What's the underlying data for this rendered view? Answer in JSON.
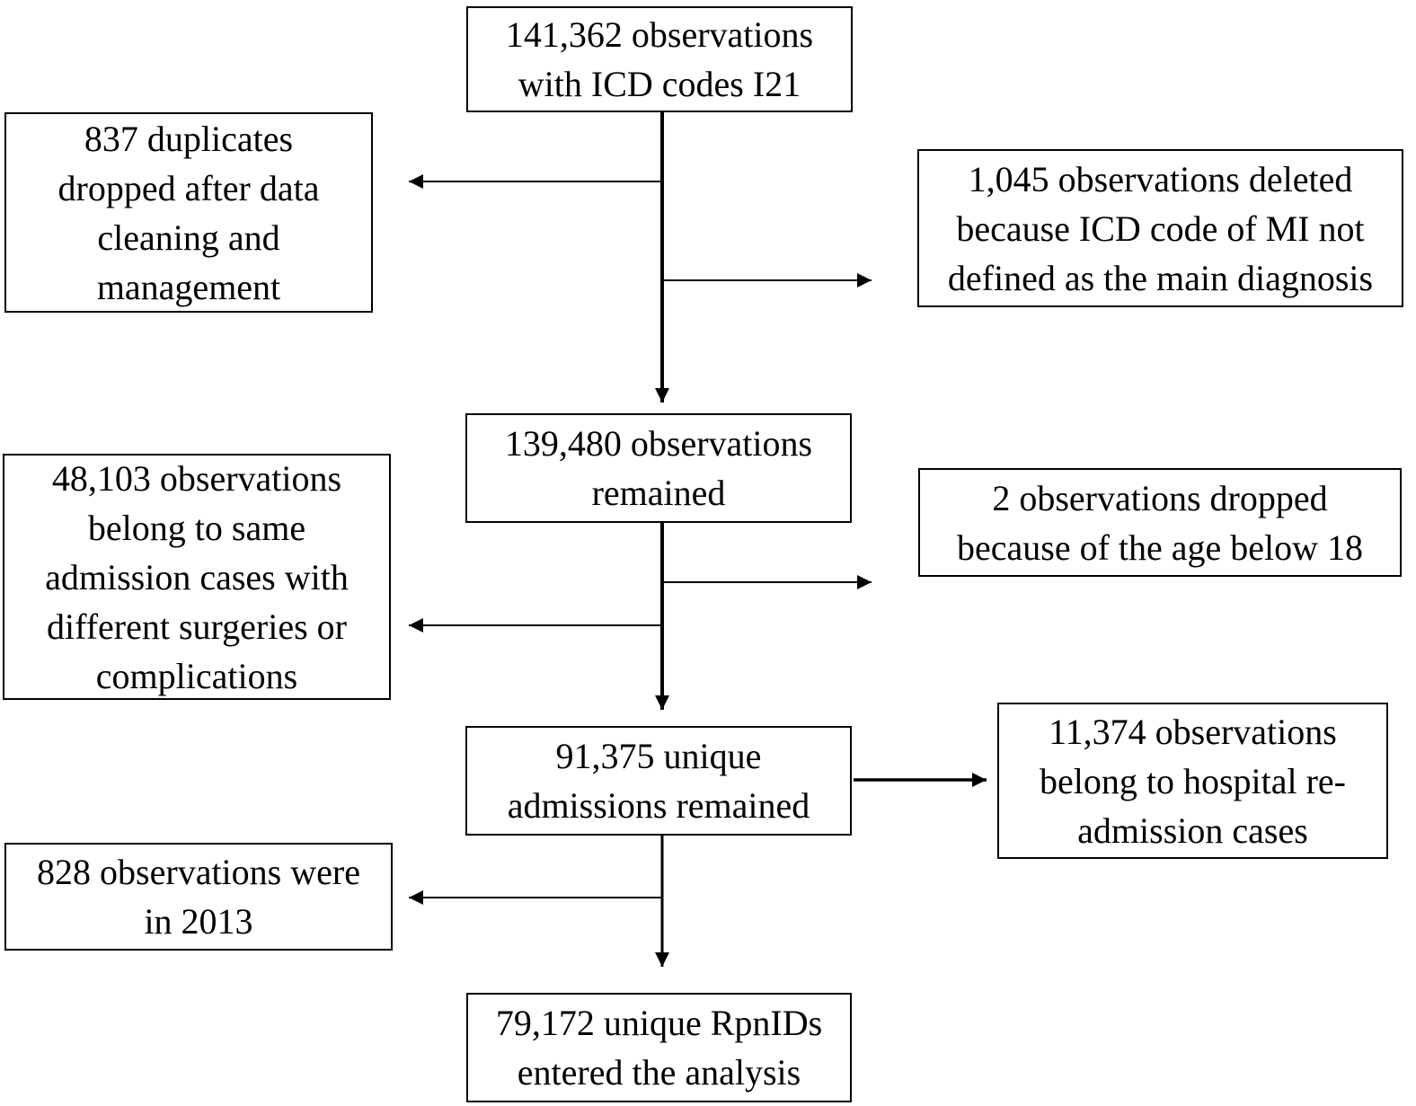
{
  "figure": {
    "type": "study-flow-diagram",
    "background_color": "#ffffff",
    "line_color": "#000000",
    "text_color": "#000000"
  },
  "nodes": {
    "source": {
      "lines": [
        "141,362 observations",
        "with ICD codes I21"
      ]
    },
    "dup_dropped": {
      "lines": [
        "837 duplicates",
        "dropped after data",
        "cleaning and",
        "management"
      ]
    },
    "icd_deleted": {
      "lines": [
        "1,045 observations deleted",
        "because ICD code of MI not",
        "defined as the main diagnosis"
      ]
    },
    "remained": {
      "lines": [
        "139,480 observations",
        "remained"
      ]
    },
    "same_admission": {
      "lines": [
        "48,103 observations",
        "belong to same",
        "admission cases with",
        "different surgeries or",
        "complications"
      ]
    },
    "age_dropped": {
      "lines": [
        "2 observations dropped",
        "because of the age below 18"
      ]
    },
    "unique_admissions": {
      "lines": [
        "91,375 unique",
        "admissions remained"
      ]
    },
    "readmission": {
      "lines": [
        "11,374 observations",
        "belong to hospital re-",
        "admission cases"
      ]
    },
    "year_2013": {
      "lines": [
        "828 observations were",
        "in 2013"
      ]
    },
    "final": {
      "lines": [
        "79,172 unique RpnIDs",
        "entered the analysis"
      ]
    }
  },
  "edges": [
    {
      "from": "source",
      "to": "dup_dropped",
      "direction": "left"
    },
    {
      "from": "source",
      "to": "icd_deleted",
      "direction": "right"
    },
    {
      "from": "source",
      "to": "remained",
      "direction": "down"
    },
    {
      "from": "remained",
      "to": "age_dropped",
      "direction": "right"
    },
    {
      "from": "remained",
      "to": "same_admission",
      "direction": "left"
    },
    {
      "from": "remained",
      "to": "unique_admissions",
      "direction": "down"
    },
    {
      "from": "unique_admissions",
      "to": "readmission",
      "direction": "right"
    },
    {
      "from": "unique_admissions",
      "to": "year_2013",
      "direction": "left"
    },
    {
      "from": "unique_admissions",
      "to": "final",
      "direction": "down"
    }
  ]
}
